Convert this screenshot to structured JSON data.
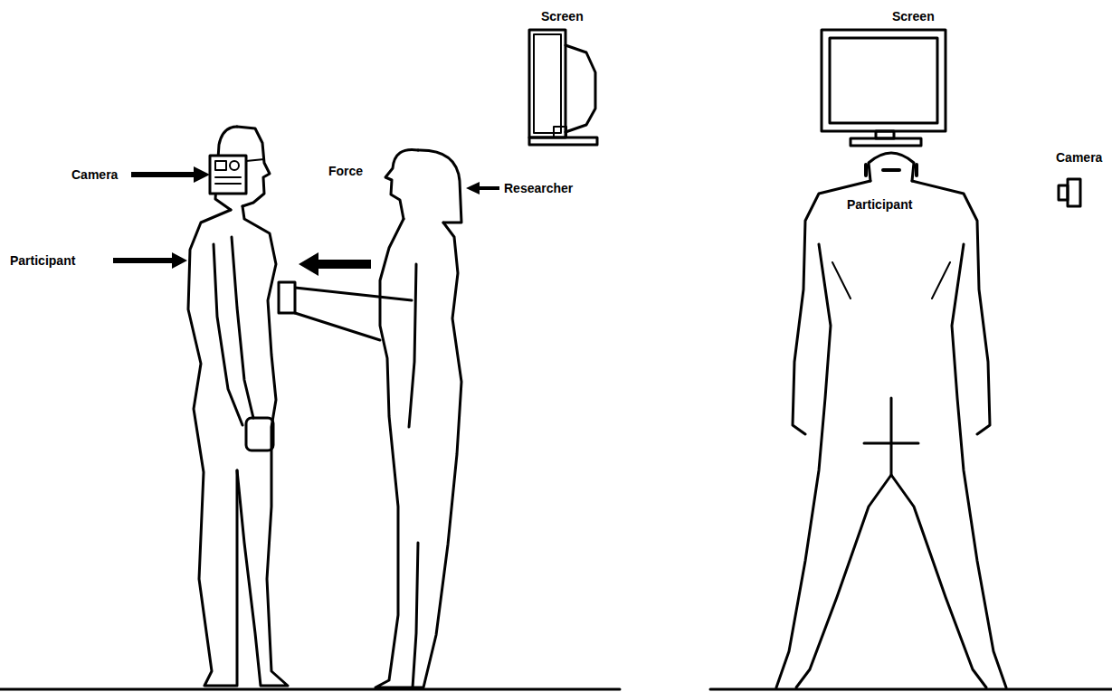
{
  "diagram": {
    "labels": [
      "Screen",
      "Camera",
      "Participant",
      "Force",
      "Researcher",
      "Screen",
      "Camera",
      "Participant"
    ]
  }
}
